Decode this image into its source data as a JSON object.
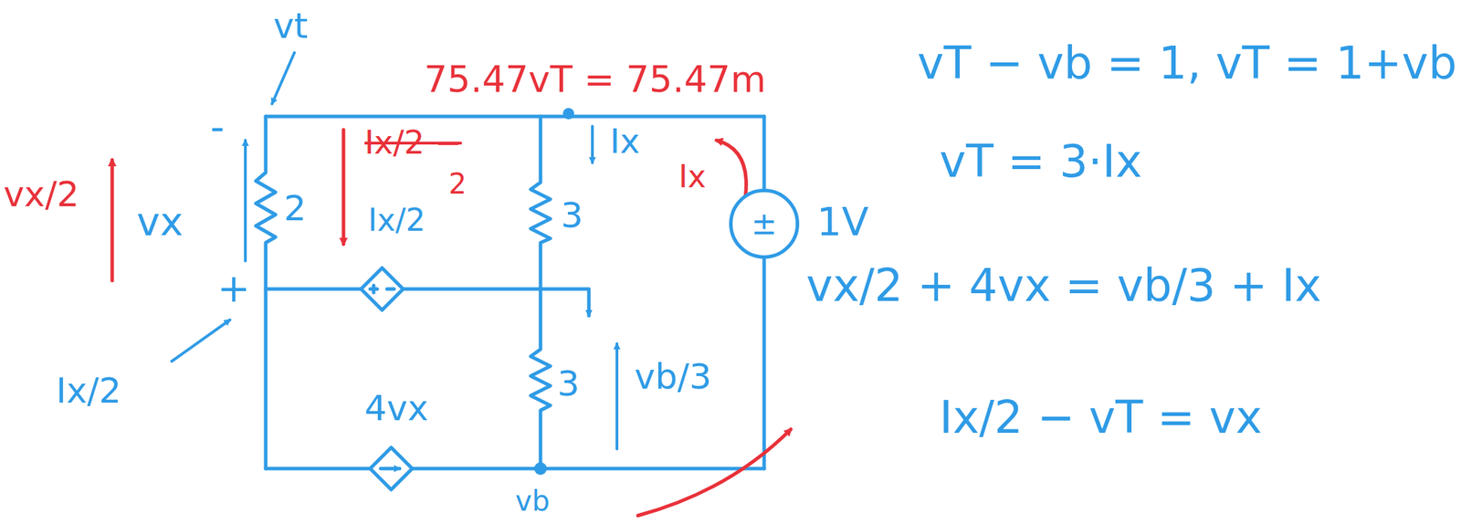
{
  "diagram": {
    "nodes": [
      {
        "text": [
          "±"
        ]
      }
    ],
    "labels": [
      "vt",
      "75.47vT = 75.47m",
      "vT − vb = 1, vT = 1+vb",
      "vT = 3·Ix",
      "vx/2 + 4vx = vb/3 + Ix",
      "Ix/2 − vT = vx",
      "vx/2",
      "vx",
      "-",
      "+",
      "2",
      "Ix/2 −",
      "2",
      "Ix/2",
      "Ix",
      "Ix",
      "3",
      "1V",
      "Ix/2",
      "4vx",
      "3",
      "vb/3",
      "vb"
    ]
  }
}
